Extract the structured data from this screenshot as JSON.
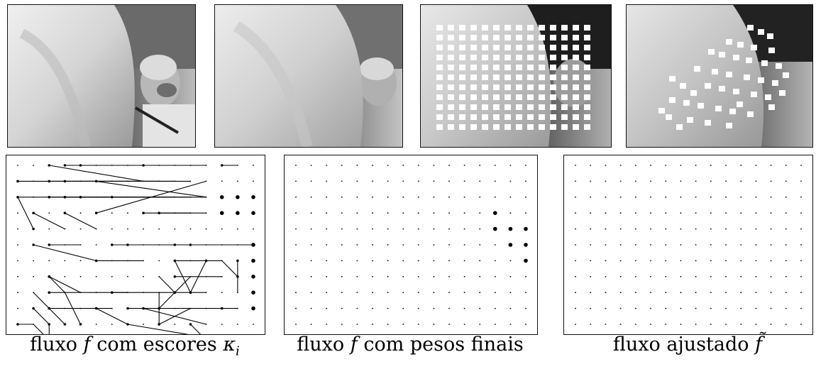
{
  "figure": {
    "captions": [
      {
        "pre": "fluxo ",
        "var": "f",
        "post": " com escores ",
        "sym": "κ",
        "sub": "i"
      },
      {
        "pre": "fluxo ",
        "var": "f",
        "post": " com pesos finais",
        "sym": "",
        "sub": ""
      },
      {
        "pre": "fluxo ajustado ",
        "var": "f̃",
        "post": "",
        "sym": "",
        "sub": ""
      }
    ]
  },
  "grid": {
    "cols": 16,
    "rows": 11
  },
  "panel1": {
    "big_dots": [
      [
        13,
        2
      ],
      [
        14,
        2
      ],
      [
        15,
        2
      ],
      [
        13,
        3
      ],
      [
        14,
        3
      ],
      [
        15,
        3
      ],
      [
        15,
        5
      ],
      [
        15,
        6
      ],
      [
        15,
        7
      ],
      [
        15,
        8
      ],
      [
        15,
        9
      ]
    ],
    "vectors": [
      [
        2,
        0,
        8,
        1
      ],
      [
        3,
        0,
        7,
        0
      ],
      [
        4,
        0,
        9,
        0
      ],
      [
        8,
        0,
        12,
        0
      ],
      [
        13,
        0,
        14,
        0
      ],
      [
        0,
        1,
        11,
        1
      ],
      [
        2,
        1,
        10,
        1
      ],
      [
        3,
        1,
        9,
        1
      ],
      [
        5,
        1,
        12,
        2
      ],
      [
        0,
        2,
        9,
        2
      ],
      [
        2,
        2,
        10,
        2
      ],
      [
        3,
        2,
        8,
        2
      ],
      [
        4,
        2,
        11,
        2
      ],
      [
        6,
        2,
        12,
        2
      ],
      [
        1,
        3,
        3,
        4
      ],
      [
        3,
        3,
        5,
        4
      ],
      [
        5,
        3,
        12,
        1
      ],
      [
        8,
        3,
        11,
        3
      ],
      [
        9,
        3,
        12,
        3
      ],
      [
        1,
        4,
        0,
        2
      ],
      [
        1,
        5,
        5,
        6
      ],
      [
        6,
        5,
        10,
        5
      ],
      [
        7,
        5,
        11,
        5
      ],
      [
        10,
        5,
        12,
        5
      ],
      [
        11,
        5,
        15,
        5
      ],
      [
        2,
        5,
        4,
        5
      ],
      [
        5,
        6,
        8,
        6
      ],
      [
        10,
        6,
        13,
        6
      ],
      [
        14,
        6,
        14,
        8
      ],
      [
        12,
        6,
        11,
        8
      ],
      [
        2,
        7,
        4,
        8
      ],
      [
        6,
        8,
        12,
        8
      ],
      [
        10,
        7,
        13,
        7
      ],
      [
        10,
        8,
        9,
        7
      ],
      [
        11,
        8,
        10,
        6
      ],
      [
        9,
        9,
        11,
        7
      ],
      [
        2,
        7,
        3,
        8
      ],
      [
        14,
        7,
        13,
        6
      ],
      [
        2,
        8,
        7,
        8
      ],
      [
        2,
        9,
        6,
        9
      ],
      [
        5,
        9,
        7,
        10
      ],
      [
        7,
        9,
        13,
        9
      ],
      [
        8,
        9,
        12,
        10
      ],
      [
        13,
        9,
        14,
        9
      ],
      [
        0,
        10,
        1,
        10
      ],
      [
        2,
        10,
        2,
        11
      ],
      [
        3,
        10,
        1,
        8
      ],
      [
        4,
        10,
        3,
        8
      ],
      [
        1,
        9,
        2,
        10
      ],
      [
        9,
        10,
        11,
        9
      ],
      [
        9,
        10,
        9,
        8
      ],
      [
        11,
        10,
        12,
        11
      ],
      [
        7,
        10,
        13,
        11
      ],
      [
        6,
        11,
        11,
        11
      ],
      [
        2,
        11,
        1,
        10
      ]
    ]
  },
  "panel2": {
    "big_dots": [
      [
        13,
        3
      ],
      [
        13,
        4
      ],
      [
        14,
        4
      ],
      [
        15,
        4
      ],
      [
        14,
        5
      ],
      [
        15,
        5
      ],
      [
        15,
        6
      ]
    ]
  }
}
